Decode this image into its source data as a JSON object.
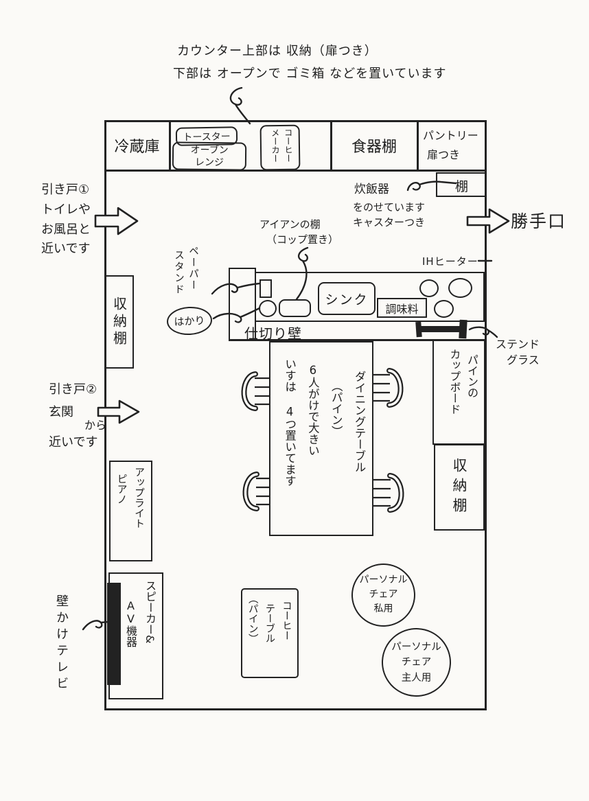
{
  "top_note": {
    "line1": "カウンター上部は 収納（扉つき）",
    "line2": "下部は オープンで ゴミ箱 などを置いています"
  },
  "kitchen": {
    "fridge": "冷蔵庫",
    "toaster": "トースター",
    "oven_l1": "オーブン",
    "oven_l2": "レンジ",
    "coffee_col1": "コーヒー",
    "coffee_col2": "メーカー",
    "dish_shelf": "食器棚",
    "pantry_l1": "パントリー",
    "pantry_l2": "扉つき",
    "shelf": "棚",
    "rice_l1": "炊飯器",
    "rice_l2": "をのせています",
    "rice_l3": "キャスターつき",
    "iron_l1": "アイアンの棚",
    "iron_l2": "（コップ置き）",
    "paper_col1": "ペーパー",
    "paper_col2": "スタンド",
    "scale": "はかり",
    "sink": "シンク",
    "seasoning": "調味料",
    "ih": "IHヒーター",
    "partition": "仕切り壁",
    "stained_l1": "ステンド",
    "stained_l2": "グラス"
  },
  "doors": {
    "door1_l1": "引き戸①",
    "door1_l2": "トイレや",
    "door1_l3": "お風呂と",
    "door1_l4": "近いです",
    "door2_l1": "引き戸②",
    "door2_l2": "玄関",
    "door2_l3": "から",
    "door2_l4": "近いです",
    "back_door": "勝手口"
  },
  "dining": {
    "table_col1": "ダイニングテーブル",
    "table_col2": "（パイン）",
    "table_col3": "6人がけで大きい",
    "table_col4": "いすは 4つ置いてます",
    "cupboard_col1": "パインの",
    "cupboard_col2": "カップボード",
    "storage_right": "収納棚",
    "storage_left": "収納棚"
  },
  "living": {
    "piano_col1": "アップライト",
    "piano_col2": "ピアノ",
    "speaker_col1": "スピーカー&",
    "speaker_col2": "AV機器",
    "tv": "壁かけテレビ",
    "coffee_table_col1": "コーヒー",
    "coffee_table_col2": "テーブル",
    "coffee_table_col3": "（パイン）",
    "chair1_l1": "パーソナル",
    "chair1_l2": "チェア",
    "chair1_l3": "私用",
    "chair2_l1": "パーソナル",
    "chair2_l2": "チェア",
    "chair2_l3": "主人用"
  },
  "colors": {
    "ink": "#1e1e1e",
    "paper": "#fbfaf7"
  }
}
